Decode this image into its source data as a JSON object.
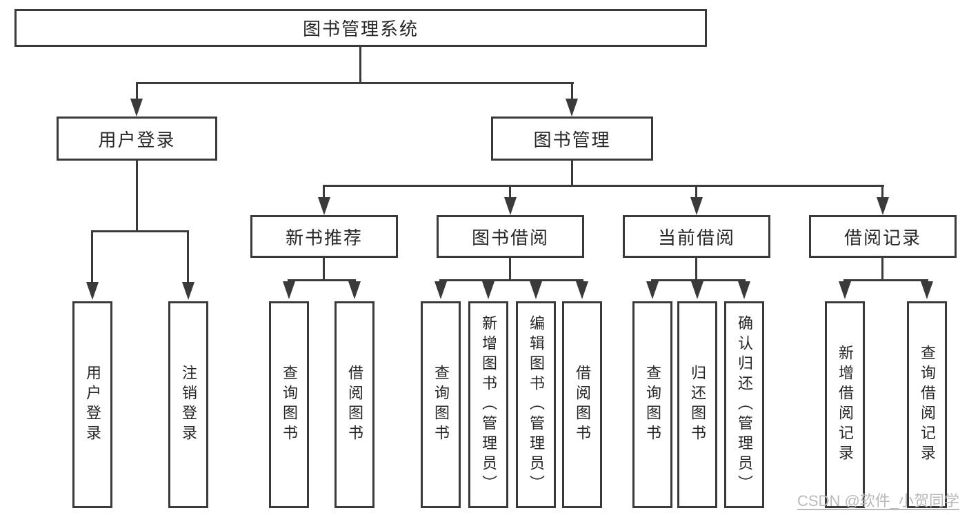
{
  "colors": {
    "line": "#3a3a3a",
    "text": "#262626",
    "watermark": "#b9b9b9",
    "background": "#ffffff"
  },
  "tree": {
    "root": "图书管理系统",
    "branches": [
      {
        "label": "用户登录",
        "leaves": [
          "用户登录",
          "注销登录"
        ]
      },
      {
        "label": "图书管理",
        "groups": [
          {
            "label": "新书推荐",
            "leaves": [
              "查询图书",
              "借阅图书"
            ]
          },
          {
            "label": "图书借阅",
            "leaves": [
              "查询图书",
              "新增图书（管理员）",
              "编辑图书（管理员）",
              "借阅图书"
            ]
          },
          {
            "label": "当前借阅",
            "leaves": [
              "查询图书",
              "归还图书",
              "确认归还（管理员）"
            ]
          },
          {
            "label": "借阅记录",
            "leaves": [
              "新增借阅记录",
              "查询借阅记录"
            ]
          }
        ]
      }
    ]
  },
  "watermark": {
    "text": "CSDN @软件_小贺同学"
  }
}
